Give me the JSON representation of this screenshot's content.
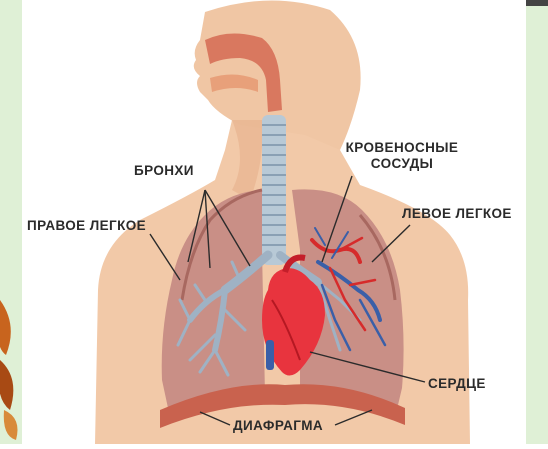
{
  "labels": {
    "bronchi": "БРОНХИ",
    "right_lung": "ПРАВОЕ ЛЕГКОЕ",
    "blood_vessels_line1": "КРОВЕНОСНЫЕ",
    "blood_vessels_line2": "СОСУДЫ",
    "left_lung": "ЛЕВОЕ ЛЕГКОЕ",
    "heart": "СЕРДЦЕ",
    "diaphragm": "ДИАФРАГМА"
  },
  "colors": {
    "skin": "#f2c9a8",
    "skin_shadow": "#e0a582",
    "lung": "#c98f86",
    "trachea": "#b8c9d6",
    "heart": "#e8343e",
    "vessel_red": "#d62b2b",
    "vessel_blue": "#3a5fa8",
    "diaphragm": "#c9624e",
    "frame_green": "#dff0d6",
    "leaves": "#b8561d"
  }
}
